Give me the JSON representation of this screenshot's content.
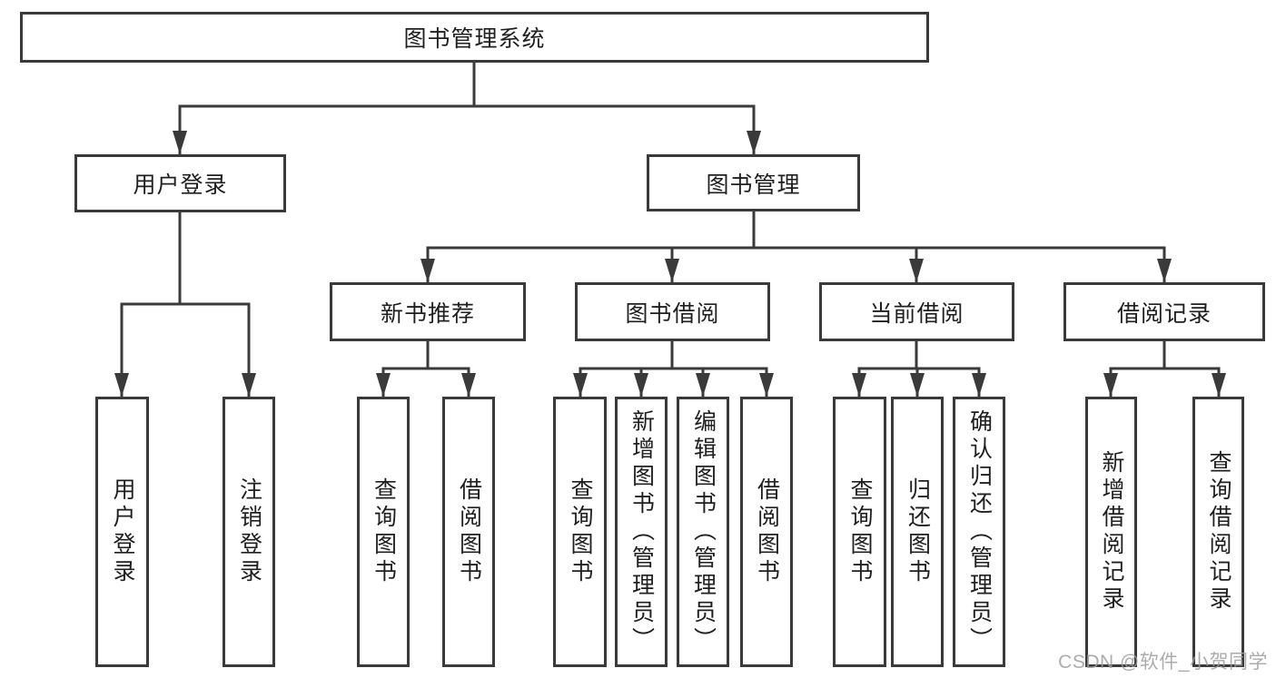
{
  "diagram": {
    "root": {
      "label": "图书管理系统"
    },
    "branches": [
      {
        "label": "用户登录",
        "children": [
          {
            "label": "用户登录"
          },
          {
            "label": "注销登录"
          }
        ]
      },
      {
        "label": "图书管理",
        "children": [
          {
            "label": "新书推荐",
            "children": [
              {
                "label": "查询图书"
              },
              {
                "label": "借阅图书"
              }
            ]
          },
          {
            "label": "图书借阅",
            "children": [
              {
                "label": "查询图书"
              },
              {
                "label": "新增图书（管理员）"
              },
              {
                "label": "编辑图书（管理员）"
              },
              {
                "label": "借阅图书"
              }
            ]
          },
          {
            "label": "当前借阅",
            "children": [
              {
                "label": "查询图书"
              },
              {
                "label": "归还图书"
              },
              {
                "label": "确认归还（管理员）"
              }
            ]
          },
          {
            "label": "借阅记录",
            "children": [
              {
                "label": "新增借阅记录"
              },
              {
                "label": "查询借阅记录"
              }
            ]
          }
        ]
      }
    ]
  },
  "watermark": {
    "text": "CSDN @软件_小贺同学"
  },
  "colors": {
    "line": "#3a3a3a",
    "text": "#1f1f1f",
    "watermark": "#9e9e9e",
    "background": "#ffffff"
  }
}
